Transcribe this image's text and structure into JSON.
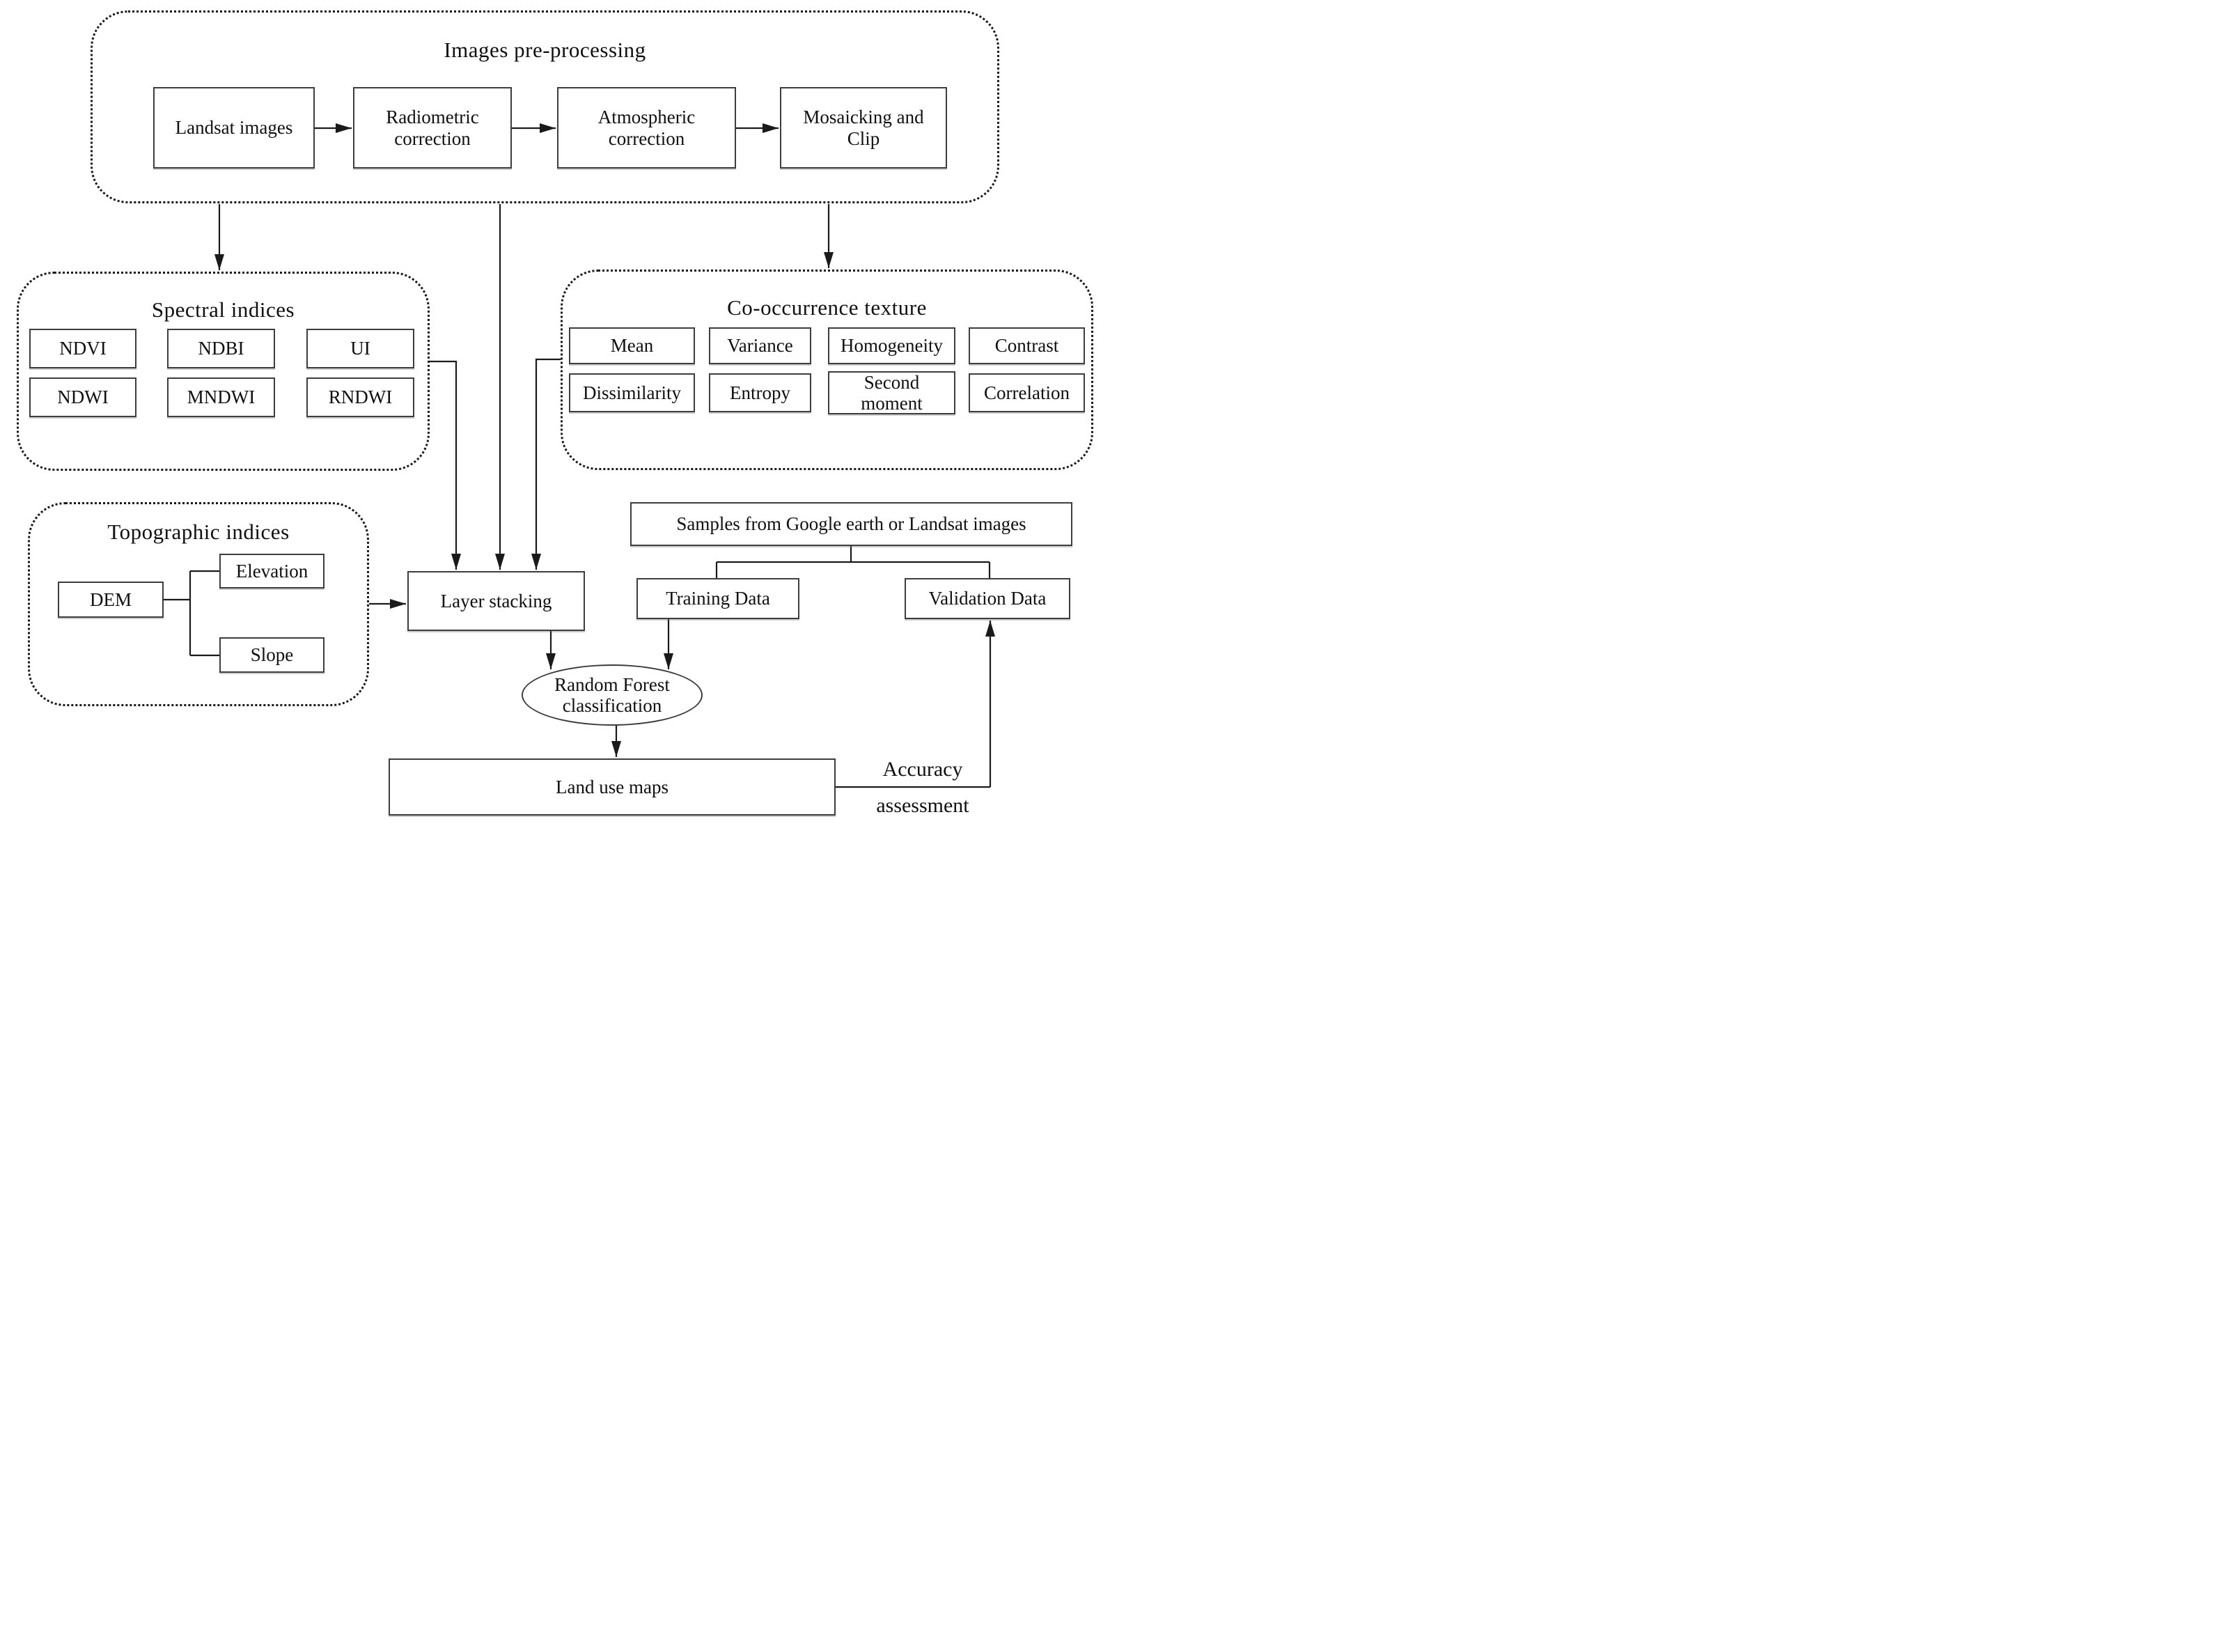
{
  "figure": {
    "preprocessing": {
      "title": "Images pre-processing",
      "steps": [
        "Landsat images",
        "Radiometric correction",
        "Atmospheric correction",
        "Mosaicking and Clip"
      ]
    },
    "spectral": {
      "title": "Spectral indices",
      "items": [
        "NDVI",
        "NDBI",
        "UI",
        "NDWI",
        "MNDWI",
        "RNDWI"
      ]
    },
    "texture": {
      "title": "Co-occurrence texture",
      "items": [
        "Mean",
        "Variance",
        "Homogeneity",
        "Contrast",
        "Dissimilarity",
        "Entropy",
        "Second moment",
        "Correlation"
      ]
    },
    "topographic": {
      "title": "Topographic indices",
      "dem": "DEM",
      "elevation": "Elevation",
      "slope": "Slope"
    },
    "layer_stacking": "Layer stacking",
    "random_forest": "Random Forest classification",
    "samples": "Samples from Google earth or Landsat images",
    "training": "Training Data",
    "validation": "Validation Data",
    "land_use": "Land use maps",
    "accuracy_line1": "Accuracy",
    "accuracy_line2": "assessment",
    "colors": {
      "line": "#1a1a1a",
      "box_border": "#3d3d3d",
      "text": "#101010",
      "background": "#ffffff"
    }
  }
}
